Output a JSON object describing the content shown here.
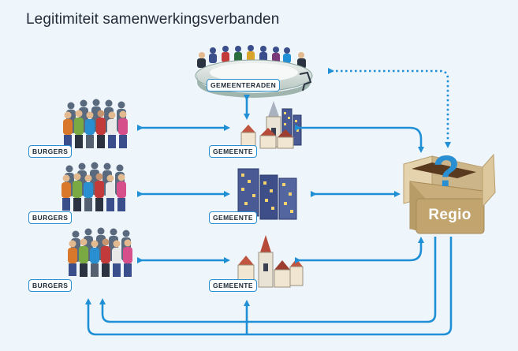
{
  "title": "Legitimiteit samenwerkingsverbanden",
  "labels": {
    "gemeenteraden": "GEMEENTERADEN",
    "burgers": "BURGERS",
    "gemeente": "GEMEENTE",
    "regio": "Regio",
    "question_mark": "?"
  },
  "colors": {
    "background": "#eef5fb",
    "arrow": "#1f8fd6",
    "label_border": "#2a8fd0",
    "box": "#d8c39a",
    "box_dark": "#5a3a1e",
    "question": "#2a8fd0",
    "building": "#3a4e8c"
  },
  "icons": [
    "council-table-icon",
    "citizens-group-icon",
    "town-icon",
    "apartment-buildings-icon",
    "village-icon",
    "question-box-icon"
  ]
}
